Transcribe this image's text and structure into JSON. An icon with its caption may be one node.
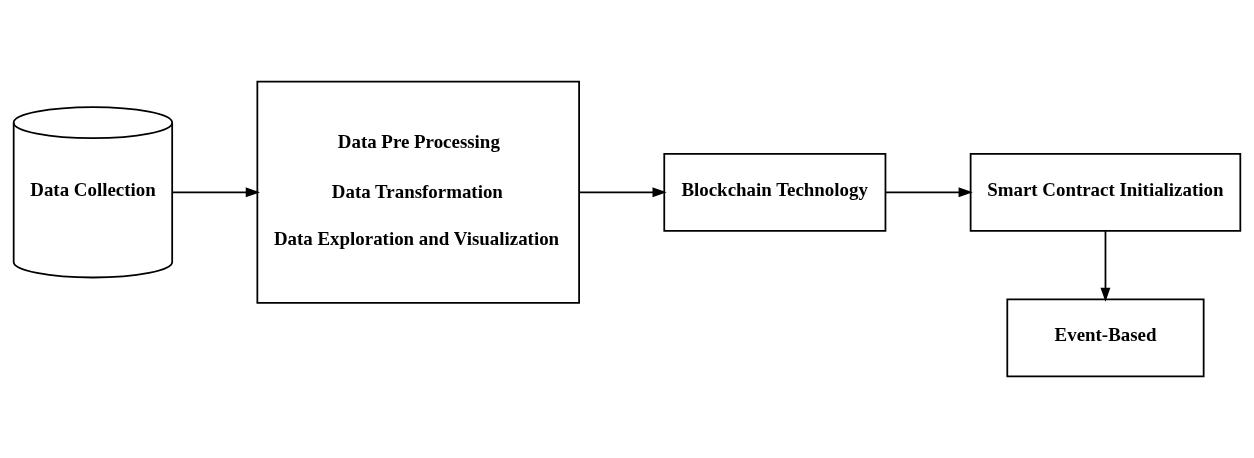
{
  "diagram": {
    "nodes": [
      {
        "text": [
          "Data Collection"
        ]
      },
      {
        "text": [
          "Data Pre Processing",
          "Data Transformation",
          "Data Exploration and Visualization"
        ]
      },
      {
        "text": [
          "Blockchain Technology"
        ]
      },
      {
        "text": [
          "Smart Contract Initialization"
        ]
      },
      {
        "text": [
          "Event-Based"
        ]
      }
    ],
    "edges": [
      {
        "from": 0,
        "to": 1,
        "arrow": "to"
      },
      {
        "from": 1,
        "to": 2,
        "arrow": "to"
      },
      {
        "from": 2,
        "to": 3,
        "arrow": "to"
      },
      {
        "from": 3,
        "to": 4,
        "arrow": "to"
      }
    ]
  }
}
